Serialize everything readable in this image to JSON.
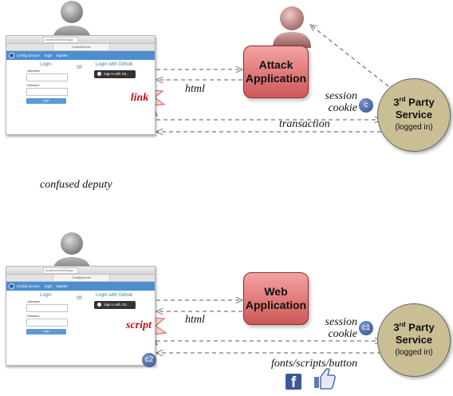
{
  "browser": {
    "url": "localhost:8080/login",
    "tab_title": "ConfigSecure",
    "brand": "Config Secure",
    "nav_links": [
      "login",
      "register"
    ],
    "login_title": "Login",
    "username_label": "Username",
    "password_label": "Password",
    "login_button": "login",
    "or": "or",
    "github_title": "Login with Github",
    "github_button": "Sign in with Git..."
  },
  "top": {
    "star_label": "link",
    "app": [
      "Attack",
      "Application"
    ],
    "html_label": "html",
    "session_cookie": [
      "session",
      "cookie"
    ],
    "badge": "c",
    "transaction_label": "transaction",
    "caption": "confused deputy"
  },
  "bottom": {
    "star_label": "script",
    "app": [
      "Web",
      "Application"
    ],
    "html_label": "html",
    "session_cookie": [
      "session",
      "cookie"
    ],
    "badge_c1": "c1",
    "badge_c2": "c2",
    "resources_label": "fonts/scripts/button",
    "facebook_letter": "f"
  },
  "third_party": {
    "line1_pre": "3",
    "line1_sup": "rd",
    "line1_post": " Party",
    "line2": "Service",
    "line3": "(logged in)"
  },
  "colors": {
    "app_fill": "#e07a7a",
    "service_fill": "#c9be94",
    "star_fill": "#f6d4d2",
    "star_text": "#c0101a",
    "badge": "#3e5d9e",
    "facebook": "#3b5998",
    "arrow": "#7a7a7a"
  },
  "icons": [
    "user-icon",
    "attacker-user-icon",
    "gear-icon",
    "github-icon",
    "facebook-icon",
    "thumbs-up-icon"
  ]
}
